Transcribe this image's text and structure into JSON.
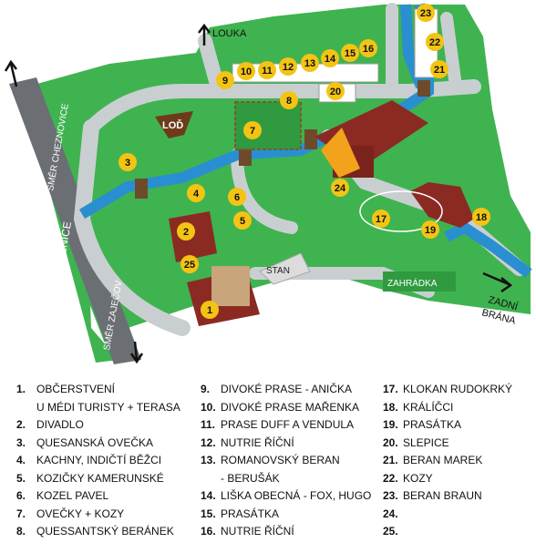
{
  "map": {
    "labels": {
      "louka": "LOUKA",
      "lod": "LOĎ",
      "stan": "STAN",
      "zahradka": "ZAHRÁDKA",
      "zadni": "ZADNÍ",
      "brana": "BRÁNA",
      "smer_cheznovice": "SMĚR CHEZNOVICE",
      "silnice": "SILNICE",
      "smer_zajecov": "SMĚR ZAJEČOV"
    },
    "markers": [
      "1",
      "2",
      "3",
      "4",
      "5",
      "6",
      "7",
      "8",
      "9",
      "10",
      "11",
      "12",
      "13",
      "14",
      "15",
      "16",
      "17",
      "18",
      "19",
      "20",
      "21",
      "22",
      "23",
      "24",
      "25"
    ]
  },
  "legend": {
    "col1": [
      {
        "num": "1.",
        "text": "OBČERSTVENÍ"
      },
      {
        "num": "",
        "text": "U MÉDI TURISTY + TERASA"
      },
      {
        "num": "2.",
        "text": "DIVADLO"
      },
      {
        "num": "3.",
        "text": "QUESANSKÁ OVEČKA"
      },
      {
        "num": "4.",
        "text": "KACHNY, INDIČTÍ BĚŽCI"
      },
      {
        "num": "5.",
        "text": "KOZIČKY KAMERUNSKÉ"
      },
      {
        "num": "6.",
        "text": "KOZEL PAVEL"
      },
      {
        "num": "7.",
        "text": "OVEČKY + KOZY"
      },
      {
        "num": "8.",
        "text": "QUESSANTSKÝ BERÁNEK"
      }
    ],
    "col2": [
      {
        "num": "9.",
        "text": "DIVOKÉ PRASE - ANIČKA"
      },
      {
        "num": "10.",
        "text": "DIVOKÉ PRASE MAŘENKA"
      },
      {
        "num": "11.",
        "text": "PRASE DUFF A VENDULA"
      },
      {
        "num": "12.",
        "text": "NUTRIE ŘÍČNÍ"
      },
      {
        "num": "13.",
        "text": "ROMANOVSKÝ BERAN"
      },
      {
        "num": "",
        "text": "- BERUŠÁK"
      },
      {
        "num": "14.",
        "text": "LIŠKA OBECNÁ - FOX, HUGO"
      },
      {
        "num": "15.",
        "text": "PRASÁTKA"
      },
      {
        "num": "16.",
        "text": "NUTRIE ŘÍČNÍ"
      }
    ],
    "col3": [
      {
        "num": "17.",
        "text": "KLOKAN RUDOKRKÝ"
      },
      {
        "num": "18.",
        "text": "KRÁLÍČCI"
      },
      {
        "num": "19.",
        "text": "PRASÁTKA"
      },
      {
        "num": "20.",
        "text": "SLEPICE"
      },
      {
        "num": "21.",
        "text": "BERAN MAREK"
      },
      {
        "num": "22.",
        "text": "KOZY"
      },
      {
        "num": "23.",
        "text": "BERAN BRAUN"
      },
      {
        "num": "24.",
        "text": ""
      },
      {
        "num": "25.",
        "text": ""
      }
    ]
  },
  "colors": {
    "grass": "#3fb34f",
    "grass_dark": "#2f9a40",
    "path": "#c9cfd1",
    "road": "#6b6f73",
    "water": "#2a8fd0",
    "roof": "#8b2a22",
    "marker": "#f3c414",
    "hedge": "#2f8f3b"
  }
}
